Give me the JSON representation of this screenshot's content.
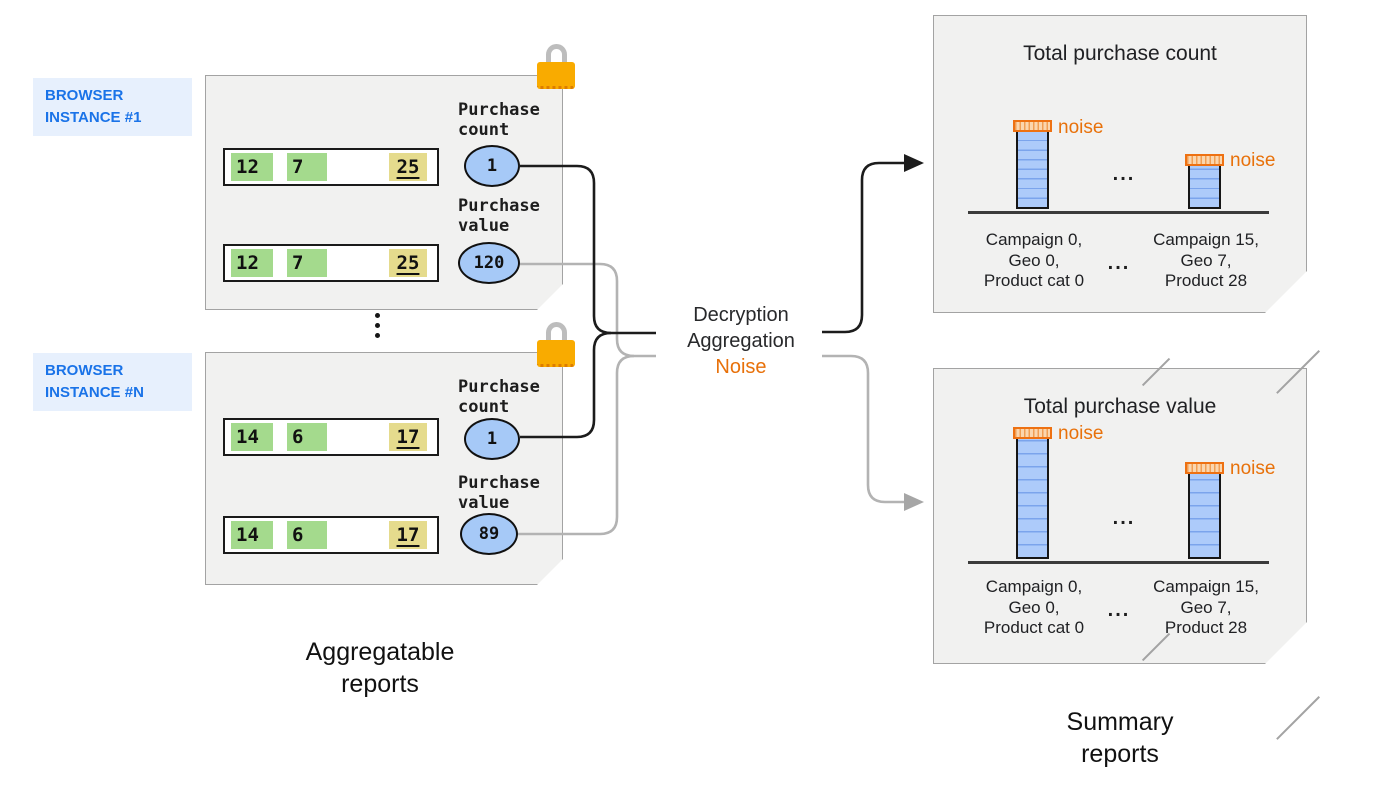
{
  "instances": [
    {
      "label": "BROWSER\nINSTANCE #1",
      "rows": [
        [
          "12",
          "7",
          "25"
        ],
        [
          "12",
          "7",
          "25"
        ]
      ],
      "count_label": "Purchase\ncount",
      "count_value": "1",
      "value_label": "Purchase\nvalue",
      "value_value": "120"
    },
    {
      "label": "BROWSER\nINSTANCE #N",
      "rows": [
        [
          "14",
          "6",
          "17"
        ],
        [
          "14",
          "6",
          "17"
        ]
      ],
      "count_label": "Purchase\ncount",
      "count_value": "1",
      "value_label": "Purchase\nvalue",
      "value_value": "89"
    }
  ],
  "process": {
    "line1": "Decryption",
    "line2": "Aggregation",
    "line3": "Noise"
  },
  "summary": [
    {
      "title": "Total purchase count",
      "bars": [
        {
          "height": 77,
          "noise_height": 12,
          "noise_label": "noise"
        },
        {
          "height": 43,
          "noise_height": 12,
          "noise_label": "noise"
        }
      ],
      "bars_ellipsis": "...",
      "x_labels": [
        "Campaign 0,\nGeo 0,\nProduct cat 0",
        "Campaign 15,\nGeo 7,\nProduct 28"
      ],
      "x_labels_ellipsis": "..."
    },
    {
      "title": "Total purchase value",
      "bars": [
        {
          "height": 120,
          "noise_height": 12,
          "noise_label": "noise"
        },
        {
          "height": 85,
          "noise_height": 12,
          "noise_label": "noise"
        }
      ],
      "bars_ellipsis": "...",
      "x_labels": [
        "Campaign 0,\nGeo 0,\nProduct cat 0",
        "Campaign 15,\nGeo 7,\nProduct 28"
      ],
      "x_labels_ellipsis": "..."
    }
  ],
  "captions": {
    "aggregatable": "Aggregatable\nreports",
    "summary": "Summary\nreports"
  },
  "colors": {
    "accent_blue": "#1a73e8",
    "noise_orange": "#e8710a",
    "lock_orange": "#f9ab00",
    "bar_blue": "#adcbfa",
    "chip_green": "#a4da8d",
    "chip_yellow": "#e5db8d"
  }
}
